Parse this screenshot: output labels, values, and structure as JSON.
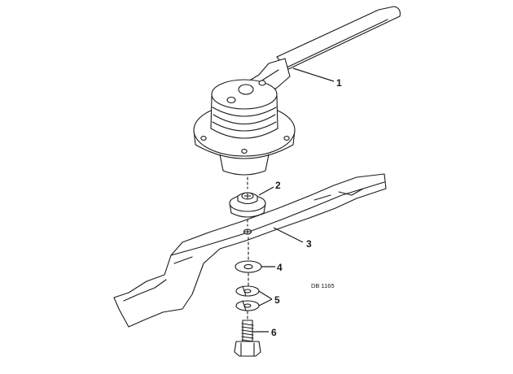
{
  "callouts": [
    "1",
    "2",
    "3",
    "4",
    "5",
    "6"
  ],
  "drawing_code": "DB 1165"
}
